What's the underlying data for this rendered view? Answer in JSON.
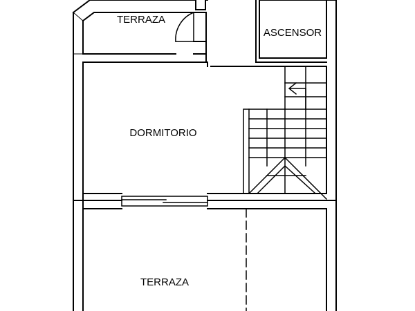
{
  "rooms": {
    "terraza_top": "TERRAZA",
    "ascensor": "ASCENSOR",
    "dormitorio": "DORMITORIO",
    "terraza_bottom": "TERRAZA"
  },
  "colors": {
    "line": "#000000",
    "background": "#ffffff"
  }
}
